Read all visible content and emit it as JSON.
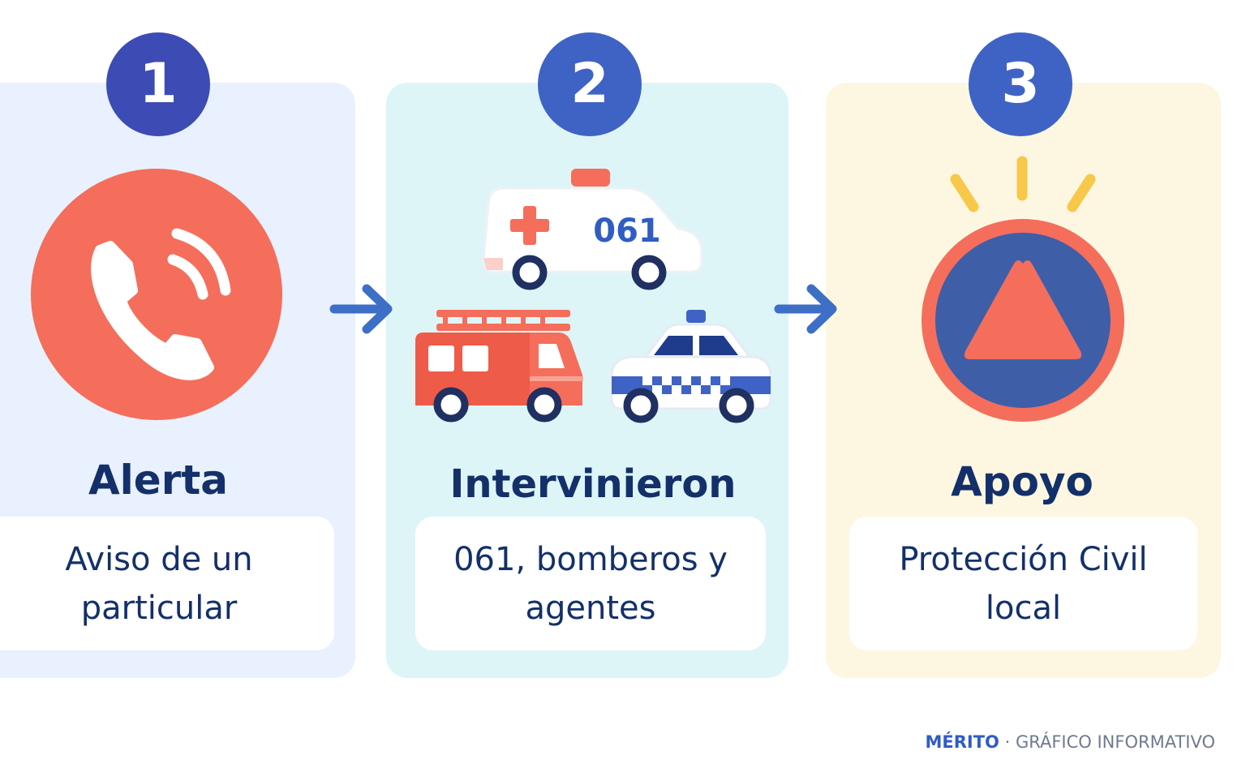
{
  "steps": [
    {
      "number": "1",
      "title": "Alerta",
      "description": "Aviso de un particular",
      "icon": "phone-icon"
    },
    {
      "number": "2",
      "title": "Intervinieron",
      "description": "061, bomberos y agentes",
      "icons": [
        "ambulance-icon",
        "fire-truck-icon",
        "police-car-icon"
      ],
      "ambulance_label": "061"
    },
    {
      "number": "3",
      "title": "Apoyo",
      "description": "Protección Civil local",
      "icon": "civil-protection-icon"
    }
  ],
  "footer": {
    "brand": "MÉRITO",
    "separator": "·",
    "label": "GRÁFICO INFORMATIVO"
  },
  "colors": {
    "navy": "#13306a",
    "badge": "#3e63c4",
    "coral": "#f46e5b",
    "arrow": "#3d6fc6",
    "yellow": "#f7c84a"
  }
}
